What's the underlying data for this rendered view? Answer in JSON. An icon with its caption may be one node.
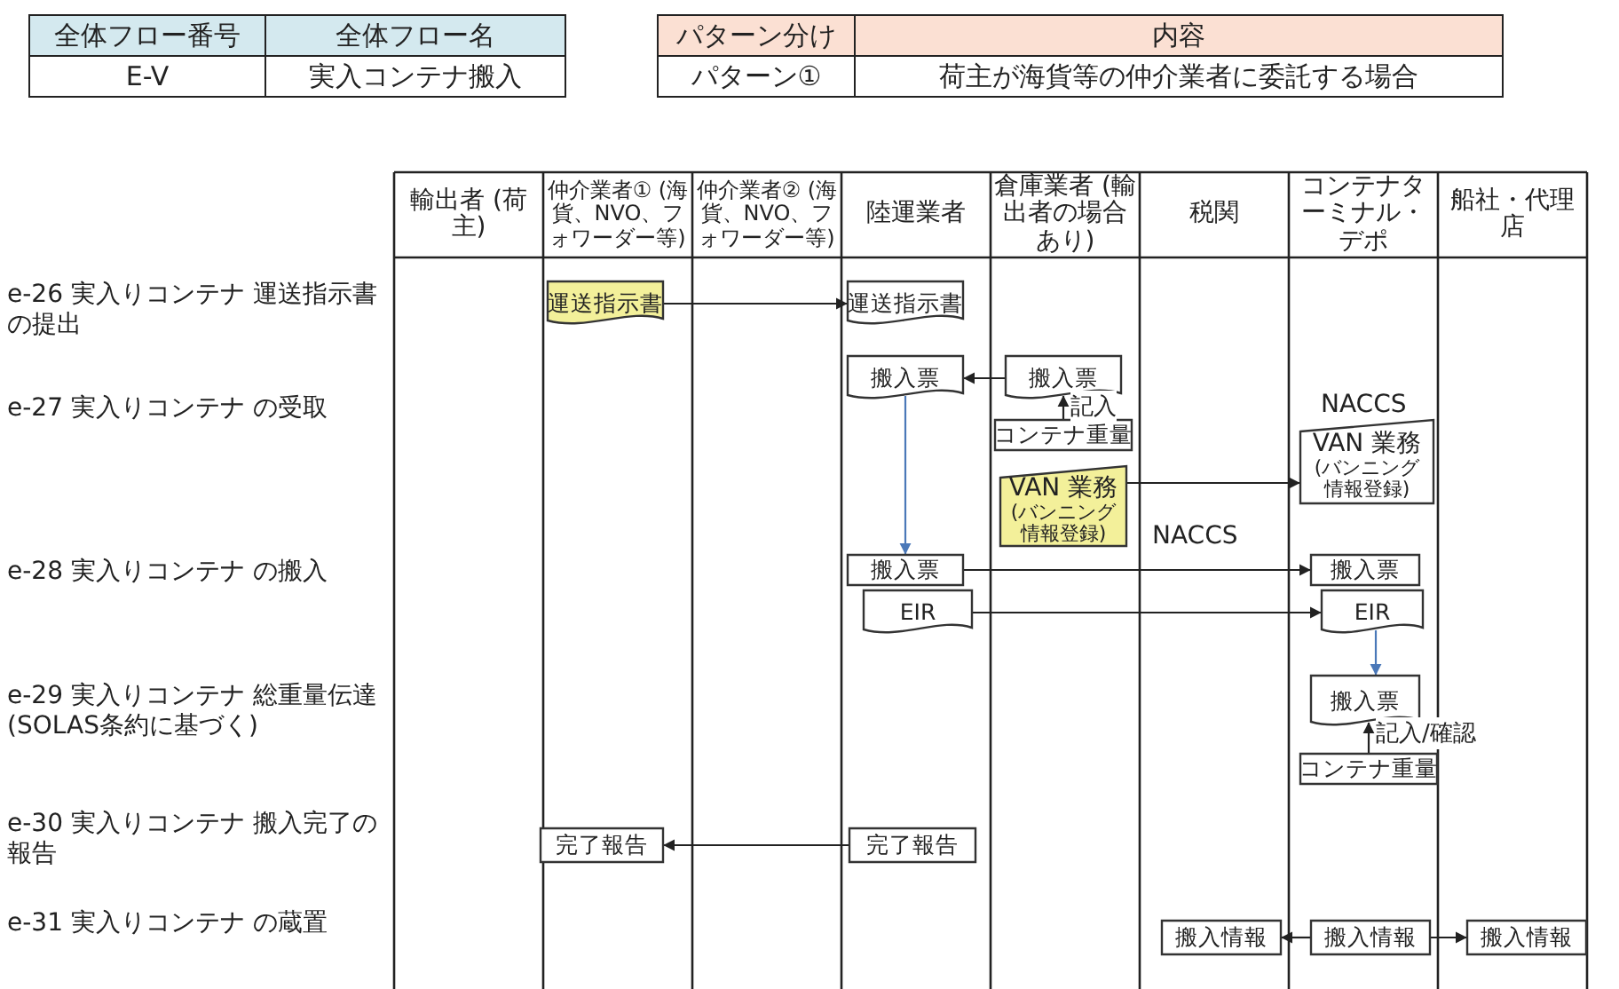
{
  "diagram": {
    "nodes": [
      {
        "text": [
          "運送指示書"
        ]
      },
      {
        "text": [
          "運送指示書"
        ]
      },
      {
        "text": [
          "搬入票"
        ]
      },
      {
        "text": [
          "搬入票"
        ]
      },
      {
        "text": [
          "コンテナ重量"
        ]
      },
      {
        "text": [
          "VAN 業務",
          "(バンニング情報登録)"
        ],
        "beside": [
          "NACCS"
        ]
      },
      {
        "text": [
          "VAN 業務",
          "(バンニング情報登録)"
        ],
        "beside": [
          "NACCS"
        ]
      },
      {
        "text": [
          "搬入票"
        ]
      },
      {
        "text": [
          "EIR"
        ]
      },
      {
        "text": [
          "搬入票"
        ]
      },
      {
        "text": [
          "EIR"
        ]
      },
      {
        "text": [
          "搬入票"
        ]
      },
      {
        "text": [
          "コンテナ重量"
        ]
      },
      {
        "text": [
          "完了報告"
        ]
      },
      {
        "text": [
          "完了報告"
        ]
      },
      {
        "text": [
          "搬入情報"
        ]
      },
      {
        "text": [
          "搬入情報"
        ]
      },
      {
        "text": [
          "搬入情報"
        ]
      }
    ],
    "edges": [
      {
        "from": 0,
        "to": 1,
        "arrow": "to"
      },
      {
        "from": 3,
        "to": 2,
        "arrow": "to"
      },
      {
        "from": 4,
        "to": 3,
        "arrow": "to",
        "label": "記入"
      },
      {
        "from": 2,
        "to": 7,
        "arrow": "to",
        "color": "#4a78b8"
      },
      {
        "from": 5,
        "to": 6,
        "arrow": "to"
      },
      {
        "from": 7,
        "to": 9,
        "arrow": "to"
      },
      {
        "from": 8,
        "to": 10,
        "arrow": "to"
      },
      {
        "from": 10,
        "to": 11,
        "arrow": "to",
        "color": "#4a78b8"
      },
      {
        "from": 12,
        "to": 11,
        "arrow": "to",
        "label": "記入/確認"
      },
      {
        "from": 14,
        "to": 13,
        "arrow": "to"
      },
      {
        "from": 16,
        "to": 15,
        "arrow": "to"
      },
      {
        "from": 16,
        "to": 17,
        "arrow": "to"
      }
    ],
    "labels": [
      "全体フロー番号",
      "全体フロー名",
      "E-V",
      "実入コンテナ搬入",
      "パターン分け",
      "内容",
      "パターン①",
      "荷主が海貨等の仲介業者に委託する場合",
      "輸出者 (荷主)",
      "仲介業者① (海貨、NVO、フォワーダー等)",
      "仲介業者② (海貨、NVO、フォワーダー等)",
      "陸運業者",
      "倉庫業者 (輸出者の場合あり)",
      "税関",
      "コンテナターミナル・デポ",
      "船社・代理店",
      "e-26 実入りコンテナ 運送指示書の提出",
      "e-27 実入りコンテナ の受取",
      "e-28 実入りコンテナ の搬入",
      "e-29 実入りコンテナ 総重量伝達(SOLAS条約に基づく)",
      "e-30 実入りコンテナ 搬入完了の報告",
      "e-31 実入りコンテナ の蔵置"
    ]
  }
}
